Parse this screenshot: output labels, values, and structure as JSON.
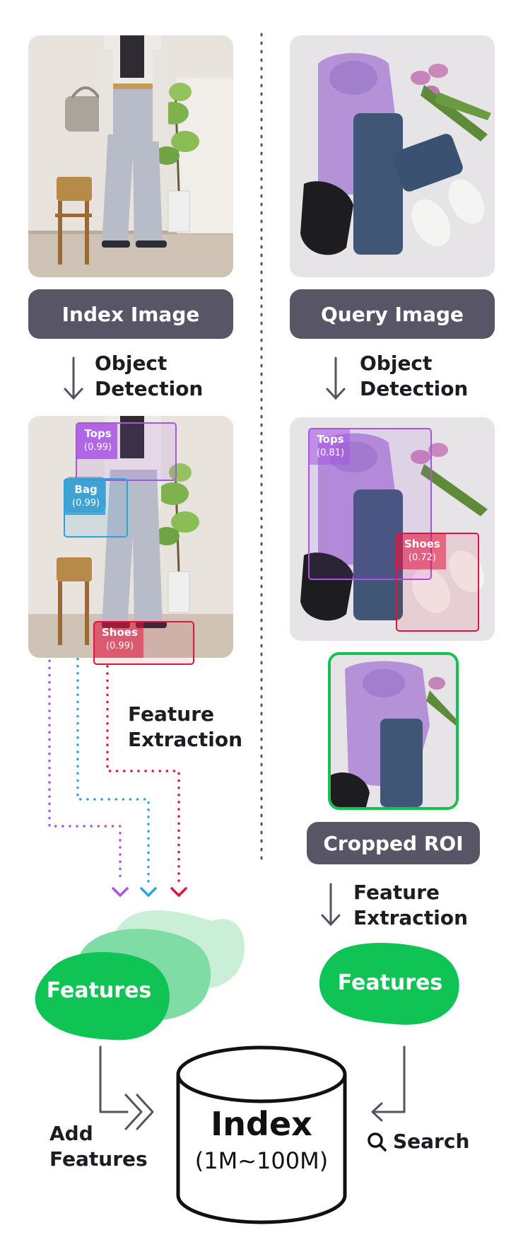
{
  "left": {
    "source_label": "Index Image",
    "step1": [
      "Object",
      "Detection"
    ],
    "detections": [
      {
        "label": "Tops",
        "score": "(0.99)",
        "color": "#a855e6"
      },
      {
        "label": "Bag",
        "score": "(0.99)",
        "color": "#2ea2dc"
      },
      {
        "label": "Shoes",
        "score": "(0.99)",
        "color": "#e5123c"
      }
    ],
    "step2": [
      "Feature",
      "Extraction"
    ],
    "features_label": "Features",
    "add_caption": [
      "Add",
      "Features"
    ]
  },
  "right": {
    "source_label": "Query Image",
    "step1": [
      "Object",
      "Detection"
    ],
    "detections": [
      {
        "label": "Tops",
        "score": "(0.81)",
        "color": "#a855e6"
      },
      {
        "label": "Shoes",
        "score": "(0.72)",
        "color": "#e5123c"
      }
    ],
    "roi_label": "Cropped ROI",
    "step2": [
      "Feature",
      "Extraction"
    ],
    "features_label": "Features",
    "search_caption": "Search"
  },
  "index": {
    "title": "Index",
    "subtitle": "(1M~100M)"
  },
  "colors": {
    "pill": "#585666",
    "features_green": "#0fc455",
    "features_light": "#7fdca4",
    "features_lighter": "#c9f0d7",
    "roi_border": "#18c04f"
  },
  "icons": [
    "down-arrow-icon",
    "dotted-connector",
    "chevron-double-right-icon",
    "search-icon"
  ]
}
